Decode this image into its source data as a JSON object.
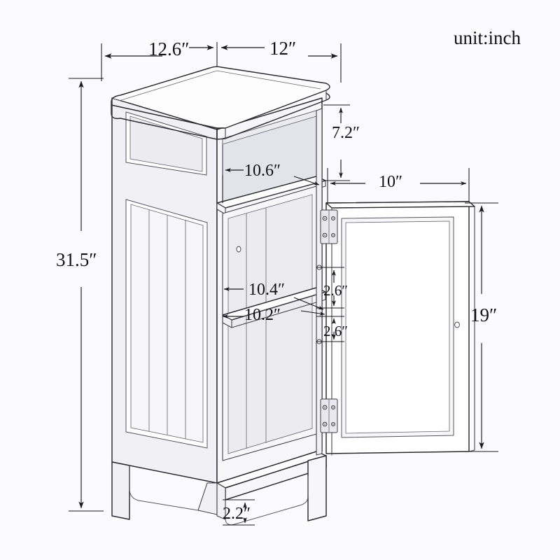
{
  "drawing": {
    "unit_note": "unit:inch",
    "subject": "storage-cabinet-with-open-shelf-and-door"
  },
  "dimensions": {
    "top_left_depth": "12.6″",
    "top_right_width": "12″",
    "overall_height": "31.5″",
    "open_shelf_height": "7.2″",
    "open_shelf_width": "10.6″",
    "door_width": "10″",
    "door_height": "19″",
    "inner_shelf_depth": "10.4″",
    "inner_shelf_width": "10.2″",
    "shelf_pin_above": "2.6″",
    "shelf_pin_below": "2.6″",
    "leg_clearance": "2.2″"
  },
  "colors": {
    "background": "#fbfbfd",
    "line": "#2b2a30",
    "text": "#121016"
  }
}
